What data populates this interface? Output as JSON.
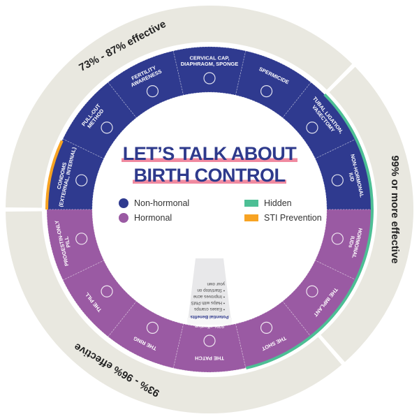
{
  "title_line1": "LET’S TALK ABOUT",
  "title_line2": "BIRTH CONTROL",
  "legend": [
    {
      "label": "Non-hormonal",
      "color": "#2f3a8f"
    },
    {
      "label": "Hormonal",
      "color": "#9a5aa3"
    },
    {
      "label": "Hidden",
      "color": "#4dbf95"
    },
    {
      "label": "STI Prevention",
      "color": "#f7a323"
    }
  ],
  "effectiveness_bands": [
    {
      "label": "73% - 87% effective"
    },
    {
      "label": "99% or more effective"
    },
    {
      "label": "93% - 96% effective"
    }
  ],
  "non_hormonal": [
    {
      "lines": [
        "CONDOMS",
        "(EXTERNAL, INTERNAL)"
      ],
      "icon": "condom"
    },
    {
      "lines": [
        "PULL-OUT",
        "METHOD"
      ],
      "icon": "stopwatch"
    },
    {
      "lines": [
        "FERTILITY",
        "AWARENESS"
      ],
      "icon": "calendar"
    },
    {
      "lines": [
        "CERVICAL CAP,",
        "DIAPHRAGM, SPONGE"
      ],
      "icon": "diaphragm"
    },
    {
      "lines": [
        "SPERMICIDE"
      ],
      "icon": "tube"
    },
    {
      "lines": [
        "TUBAL LIGATION,",
        "VASECTOMY"
      ],
      "icon": "surgery"
    },
    {
      "lines": [
        "NON-HORMONAL",
        "IUD"
      ],
      "icon": "iud"
    }
  ],
  "hormonal": [
    {
      "lines": [
        "HORMONAL",
        "IUDs"
      ],
      "icon": "iud"
    },
    {
      "lines": [
        "THE IMPLANT"
      ],
      "icon": "implant-rod"
    },
    {
      "lines": [
        "THE SHOT"
      ],
      "icon": "vial"
    },
    {
      "lines": [
        "THE PATCH"
      ],
      "icon": "patch"
    },
    {
      "lines": [
        "THE RING"
      ],
      "icon": "ring"
    },
    {
      "lines": [
        "THE PILL"
      ],
      "icon": "pill-wheel"
    },
    {
      "lines": [
        "PROGESTIN-ONLY",
        "PILL"
      ],
      "icon": "pill-pack"
    }
  ],
  "selected_detail": {
    "effectiveness": "93% effective",
    "heading": "Potential Benefits",
    "benefits": [
      "Eases cramps",
      "Helps with PMS",
      "Improves acne",
      "Start/stop on",
      "your own"
    ]
  },
  "colors": {
    "ring_bg": "#e9e8e0",
    "blue": "#2f3a8f",
    "purple": "#9a5aa3",
    "green": "#4dbf95",
    "orange": "#f7a323"
  }
}
